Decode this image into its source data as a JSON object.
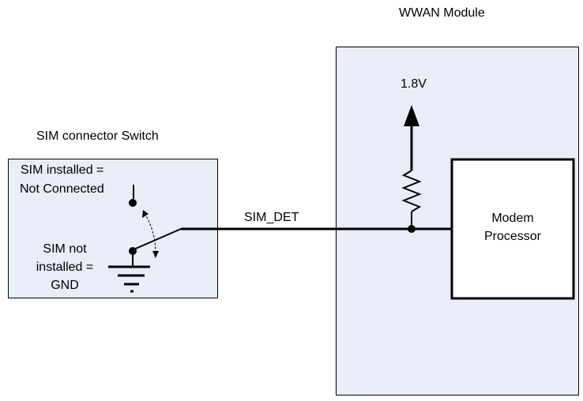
{
  "labels": {
    "wwan_module": "WWAN Module",
    "sim_connector_switch": "SIM connector Switch",
    "sim_installed_line1": "SIM installed =",
    "sim_installed_line2": "Not Connected",
    "sim_not_installed_line1": "SIM not",
    "sim_not_installed_line2": "installed =",
    "sim_not_installed_line3": "GND",
    "signal_name": "SIM_DET",
    "voltage": "1.8V",
    "processor_line1": "Modem",
    "processor_line2": "Processor"
  },
  "colors": {
    "box_fill": "#e8edf7",
    "line": "#000000"
  }
}
